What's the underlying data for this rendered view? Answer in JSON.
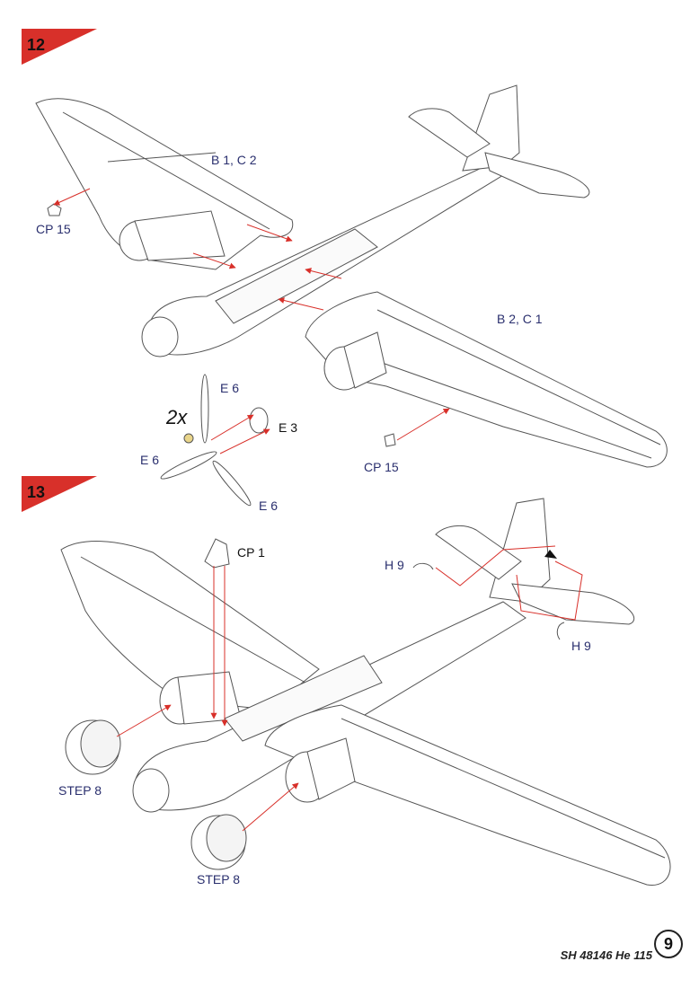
{
  "steps": [
    {
      "number": "12",
      "parts": {
        "left_wing": "B 1, C 2",
        "right_wing": "B 2, C 1",
        "canopy_left": "CP 15",
        "canopy_right": "CP 15",
        "spinner": "E 3",
        "blade_top": "E 6",
        "blade_left": "E 6",
        "blade_bottom": "E 6",
        "multiplier": "2x"
      }
    },
    {
      "number": "13",
      "parts": {
        "canopy": "CP 1",
        "tail_top": "H 9",
        "tail_bottom": "H 9",
        "engine_left": "STEP 8",
        "engine_right": "STEP 8"
      }
    }
  ],
  "footer": {
    "code": "SH 48146 He 115",
    "page_number": "9"
  },
  "colors": {
    "badge": "#d8302a",
    "arrow": "#d8302a",
    "label": "#2a2f6e",
    "line": "#555555"
  }
}
